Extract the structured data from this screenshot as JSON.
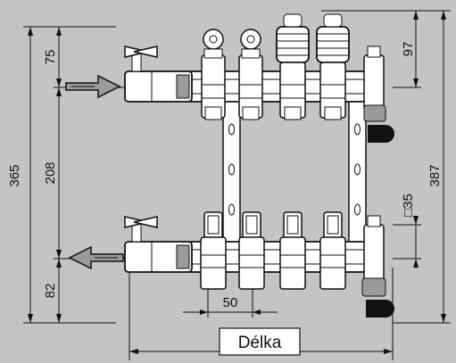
{
  "colors": {
    "background": "#c4c4c4",
    "line": "#111111",
    "part_fill": "#ffffff",
    "shade": "#9a9a9a"
  },
  "dimensions": {
    "height_total": "365",
    "top_section": "75",
    "middle_section": "208",
    "bottom_section": "82",
    "top_offset": "97",
    "total_height_right": "387",
    "square_size": "□35",
    "spacing": "50",
    "length_label": "Délka"
  },
  "icons": [
    "inflow-arrow-icon",
    "outflow-arrow-icon",
    "ball-valve-icon",
    "flow-meter-icon",
    "thermostatic-valve-icon"
  ]
}
